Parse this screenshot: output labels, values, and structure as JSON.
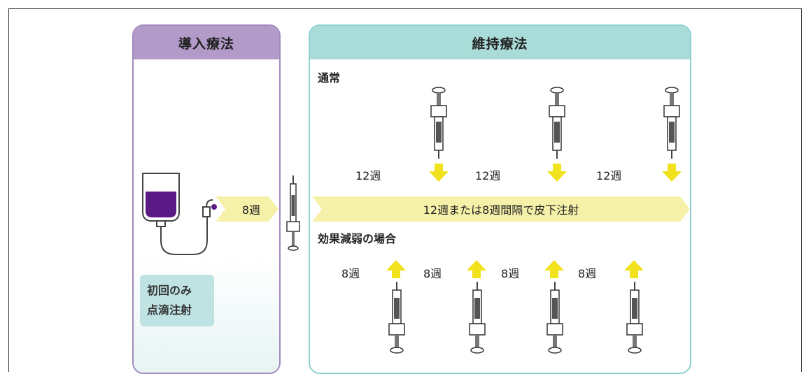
{
  "induction": {
    "title": "導入療法",
    "duration": "8週",
    "note_line1": "初回のみ",
    "note_line2": "点滴注射"
  },
  "maintenance": {
    "title": "維持療法",
    "normal_label": "通常",
    "reduced_label": "効果減弱の場合",
    "band_text": "12週または8週間隔で皮下注射",
    "normal_intervals": [
      "12週",
      "12週",
      "12週"
    ],
    "reduced_intervals": [
      "8週",
      "8週",
      "8週",
      "8週"
    ]
  },
  "colors": {
    "induction_header": "#b39bc9",
    "maintenance_header": "#a9dcd8",
    "band": "#f6f1a9",
    "arrow": "#f2e21d",
    "drip": "#5a1a86"
  }
}
